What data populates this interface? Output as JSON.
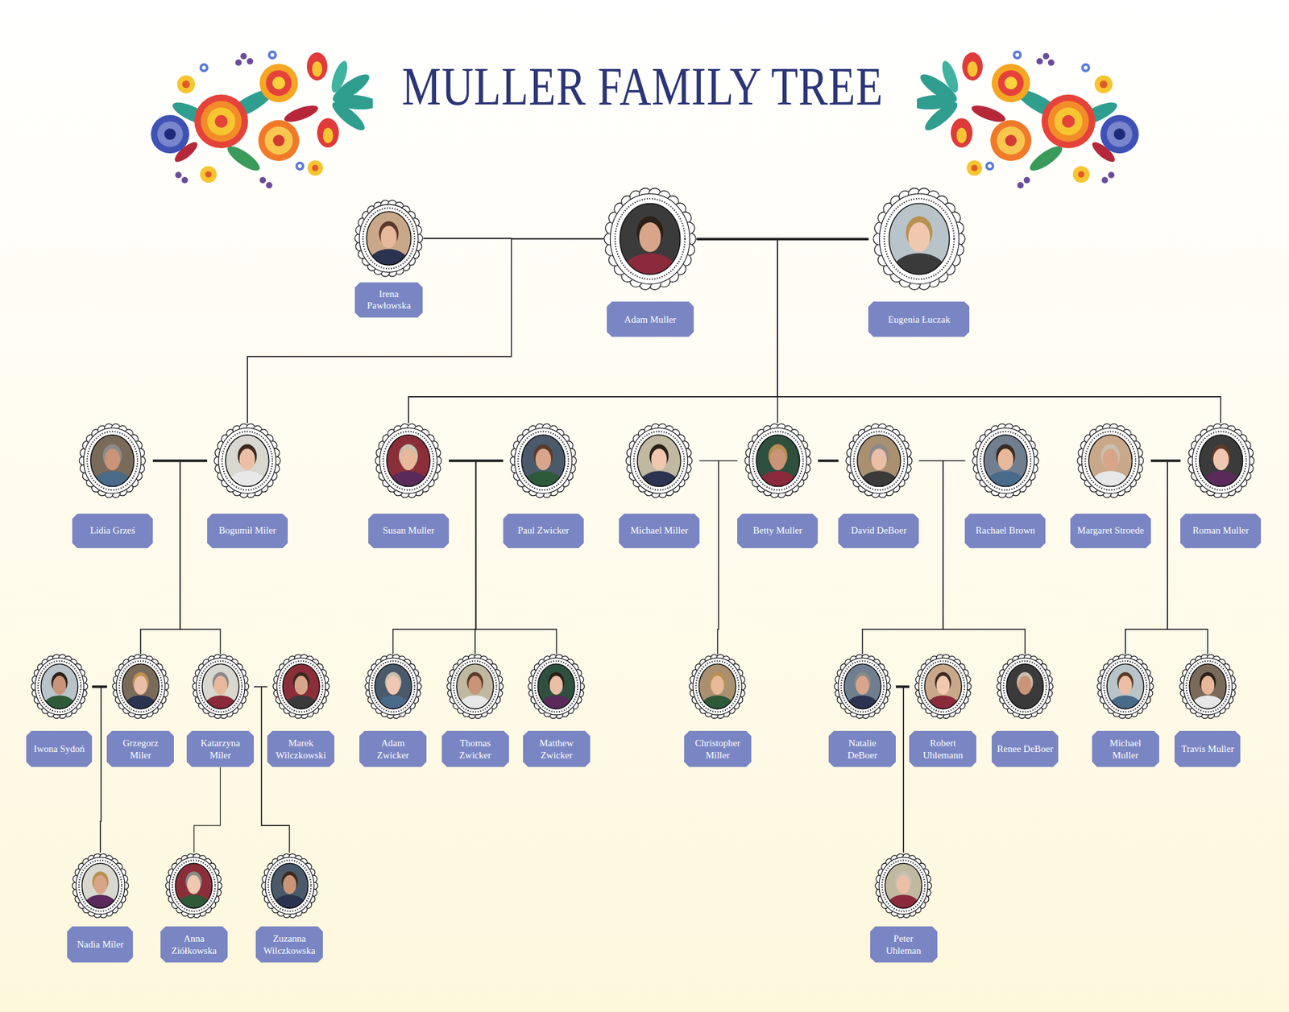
{
  "diagram": {
    "title": "MULLER FAMILY TREE",
    "nodes": [
      {
        "text": [
          "Irena Pawłowska"
        ]
      },
      {
        "text": [
          "Adam Muller"
        ]
      },
      {
        "text": [
          "Eugenia Łuczak"
        ]
      },
      {
        "text": [
          "Lidia Grześ"
        ]
      },
      {
        "text": [
          "Bogumił Miler"
        ]
      },
      {
        "text": [
          "Susan Muller"
        ]
      },
      {
        "text": [
          "Paul Zwicker"
        ]
      },
      {
        "text": [
          "Michael Miller"
        ]
      },
      {
        "text": [
          "Betty Muller"
        ]
      },
      {
        "text": [
          "David DeBoer"
        ]
      },
      {
        "text": [
          "Rachael Brown"
        ]
      },
      {
        "text": [
          "Margaret Stroede"
        ]
      },
      {
        "text": [
          "Roman Muller"
        ]
      },
      {
        "text": [
          "Iwona Sydoń"
        ]
      },
      {
        "text": [
          "Grzegorz Miler"
        ]
      },
      {
        "text": [
          "Katarzyna Miler"
        ]
      },
      {
        "text": [
          "Marek Wilczkowski"
        ]
      },
      {
        "text": [
          "Adam Zwicker"
        ]
      },
      {
        "text": [
          "Thomas Zwicker"
        ]
      },
      {
        "text": [
          "Matthew Zwicker"
        ]
      },
      {
        "text": [
          "Christopher Miller"
        ]
      },
      {
        "text": [
          "Natalie DeBoer"
        ]
      },
      {
        "text": [
          "Robert Uhlemann"
        ]
      },
      {
        "text": [
          "Renee DeBoer"
        ]
      },
      {
        "text": [
          "Michael Muller"
        ]
      },
      {
        "text": [
          "Travis Muller"
        ]
      },
      {
        "text": [
          "Nadia Miler"
        ]
      },
      {
        "text": [
          "Anna Ziółkowska"
        ]
      },
      {
        "text": [
          "Zuzanna Wilczkowska"
        ]
      },
      {
        "text": [
          "Peter Uhleman"
        ]
      }
    ],
    "edges": [
      {
        "from": 0,
        "to": 1,
        "arrow": "none"
      },
      {
        "from": 1,
        "to": 2,
        "arrow": "none"
      },
      {
        "from": 3,
        "to": 4,
        "arrow": "none"
      },
      {
        "from": 5,
        "to": 6,
        "arrow": "none"
      },
      {
        "from": 7,
        "to": 8,
        "arrow": "none"
      },
      {
        "from": 8,
        "to": 9,
        "arrow": "none"
      },
      {
        "from": 9,
        "to": 10,
        "arrow": "none"
      },
      {
        "from": 11,
        "to": 12,
        "arrow": "none"
      },
      {
        "from": 13,
        "to": 14,
        "arrow": "none"
      },
      {
        "from": 15,
        "to": 16,
        "arrow": "none"
      },
      {
        "from": 21,
        "to": 22,
        "arrow": "none"
      },
      {
        "from": 0,
        "to": 4,
        "arrow": "none"
      },
      {
        "from": 1,
        "to": 4,
        "arrow": "none"
      },
      {
        "from": 1,
        "to": 5,
        "arrow": "none"
      },
      {
        "from": 2,
        "to": 5,
        "arrow": "none"
      },
      {
        "from": 1,
        "to": 8,
        "arrow": "none"
      },
      {
        "from": 2,
        "to": 8,
        "arrow": "none"
      },
      {
        "from": 1,
        "to": 12,
        "arrow": "none"
      },
      {
        "from": 2,
        "to": 12,
        "arrow": "none"
      },
      {
        "from": 3,
        "to": 14,
        "arrow": "none"
      },
      {
        "from": 4,
        "to": 14,
        "arrow": "none"
      },
      {
        "from": 3,
        "to": 15,
        "arrow": "none"
      },
      {
        "from": 4,
        "to": 15,
        "arrow": "none"
      },
      {
        "from": 5,
        "to": 17,
        "arrow": "none"
      },
      {
        "from": 6,
        "to": 17,
        "arrow": "none"
      },
      {
        "from": 5,
        "to": 18,
        "arrow": "none"
      },
      {
        "from": 6,
        "to": 18,
        "arrow": "none"
      },
      {
        "from": 5,
        "to": 19,
        "arrow": "none"
      },
      {
        "from": 6,
        "to": 19,
        "arrow": "none"
      },
      {
        "from": 7,
        "to": 20,
        "arrow": "none"
      },
      {
        "from": 8,
        "to": 20,
        "arrow": "none"
      },
      {
        "from": 9,
        "to": 21,
        "arrow": "none"
      },
      {
        "from": 10,
        "to": 21,
        "arrow": "none"
      },
      {
        "from": 9,
        "to": 23,
        "arrow": "none"
      },
      {
        "from": 10,
        "to": 23,
        "arrow": "none"
      },
      {
        "from": 11,
        "to": 24,
        "arrow": "none"
      },
      {
        "from": 12,
        "to": 24,
        "arrow": "none"
      },
      {
        "from": 11,
        "to": 25,
        "arrow": "none"
      },
      {
        "from": 12,
        "to": 25,
        "arrow": "none"
      },
      {
        "from": 13,
        "to": 26,
        "arrow": "none"
      },
      {
        "from": 14,
        "to": 26,
        "arrow": "none"
      },
      {
        "from": 15,
        "to": 27,
        "arrow": "none"
      },
      {
        "from": 15,
        "to": 28,
        "arrow": "none"
      },
      {
        "from": 16,
        "to": 28,
        "arrow": "none"
      },
      {
        "from": 21,
        "to": 29,
        "arrow": "none"
      },
      {
        "from": 22,
        "to": 29,
        "arrow": "none"
      }
    ]
  }
}
